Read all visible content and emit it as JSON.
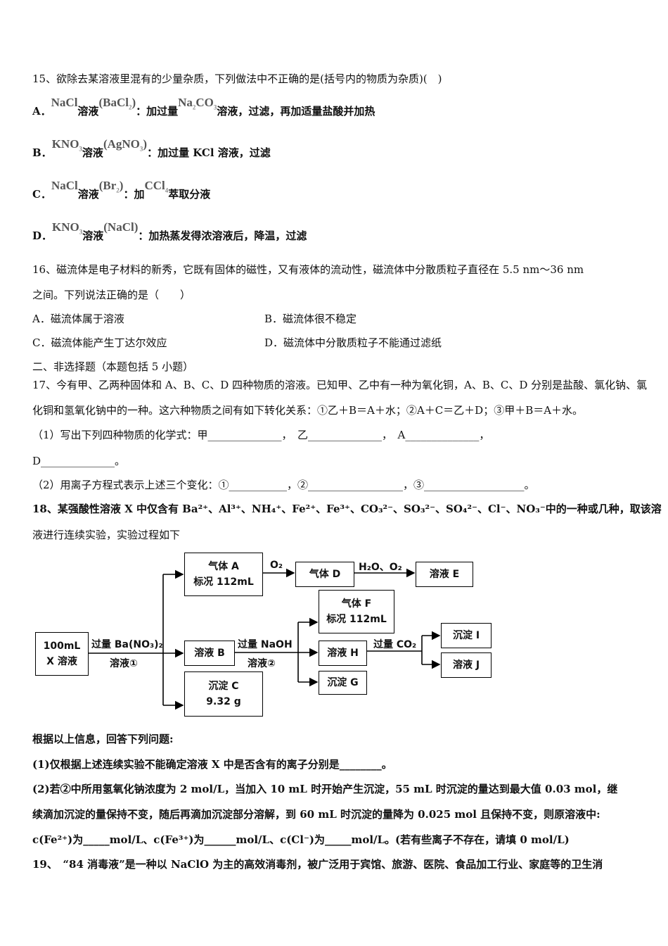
{
  "q15": {
    "stem": "15、欲除去某溶液里混有的少量杂质，下列做法中不正确的是(括号内的物质为杂质)(　)",
    "A": {
      "letter": "A．",
      "f1": "NaCl",
      "t1": "溶液",
      "f2": "(BaCl",
      "f2s": "2",
      "f2e": ")",
      "t2": "：加过量",
      "f3": "Na",
      "f3s": "2",
      "f3e": "CO",
      "f3s2": "3",
      "t3": "溶液，过滤，再加适量盐酸并加热"
    },
    "B": {
      "letter": "B．",
      "f1": "KNO",
      "f1s": "3",
      "t1": "溶液",
      "f2": "(AgNO",
      "f2s": "3",
      "f2e": ")",
      "t2": "：加过量 KCl 溶液，过滤"
    },
    "C": {
      "letter": "C．",
      "f1": "NaCl",
      "t1": "溶液",
      "f2": "(Br",
      "f2s": "2",
      "f2e": ")",
      "t2": "：加",
      "f3": "CCl",
      "f3s": "4",
      "t3": "萃取分液"
    },
    "D": {
      "letter": "D．",
      "f1": "KNO",
      "f1s": "3",
      "t1": "溶液",
      "f2": "(NaCl)",
      "t2": "：加热蒸发得浓溶液后，降温，过滤"
    }
  },
  "q16": {
    "line1": "16、磁流体是电子材料的新秀，它既有固体的磁性，又有液体的流动性，磁流体中分散质粒子直径在 5.5 nm～36 nm",
    "line2": "之间。下列说法正确的是（　　）",
    "A": "A．磁流体属于溶液",
    "B": "B．磁流体很不稳定",
    "C": "C．磁流体能产生丁达尔效应",
    "D": "D．磁流体中分散质粒子不能通过滤纸"
  },
  "section2": "二、非选择题（本题包括 5 小题）",
  "q17": {
    "line1": "17、今有甲、乙两种固体和 A、B、C、D 四种物质的溶液。已知甲、乙中有一种为氧化铜，A、B、C、D 分别是盐酸、氯化钠、氯",
    "line2": "化铜和氢氧化钠中的一种。这六种物质之间有如下转化关系：①乙＋B＝A＋水；②A＋C＝乙＋D；③甲＋B＝A＋水。",
    "part1": "（1）写出下列四种物质的化学式：甲______________，　乙______________，　A______________，",
    "part1b": "D______________。",
    "part2": "（2）用离子方程式表示上述三个变化：①___________，②__________________，③___________________。"
  },
  "q18": {
    "line1": "18、某强酸性溶液 X 中仅含有 Ba²⁺、Al³⁺、NH₄⁺、Fe²⁺、Fe³⁺、CO₃²⁻、SO₃²⁻、SO₄²⁻、Cl⁻、NO₃⁻中的一种或几种，取该溶",
    "line2": "液进行连续实验，实验过程如下",
    "diagram": {
      "x_box": [
        "100mL",
        "X 溶液"
      ],
      "reagent1_top": "过量 Ba(NO₃)₂",
      "reagent1_bottom": "溶液①",
      "gasA": [
        "气体 A",
        "标况 112mL"
      ],
      "o2": "O₂",
      "gasD": "气体 D",
      "h2o_o2": "H₂O、O₂",
      "solE": "溶液 E",
      "solB": "溶液 B",
      "reagent2_top": "过量 NaOH",
      "reagent2_bottom": "溶液②",
      "precC": [
        "沉淀 C",
        "9.32 g"
      ],
      "gasF": [
        "气体 F",
        "标况 112mL"
      ],
      "solH": "溶液 H",
      "precG": "沉淀 G",
      "co2": "过量 CO₂",
      "precI": "沉淀 I",
      "solJ": "溶液 J"
    },
    "intro": "根据以上信息，回答下列问题:",
    "p1": "(1)仅根据上述连续实验不能确定溶液 X 中是否含有的离子分别是________。",
    "p2a": "(2)若②中所用氢氧化钠浓度为 2 mol/L，当加入 10 mL 时开始产生沉淀，55 mL 时沉淀的量达到最大值 0.03 mol，继",
    "p2b": "续滴加沉淀的量保持不变，随后再滴加沉淀部分溶解，到 60 mL 时沉淀的量降为 0.025 mol 且保持不变，则原溶液中:",
    "p2c": "c(Fe²⁺)为_____mol/L、c(Fe³⁺)为______mol/L、c(Cl⁻)为_____mol/L。(若有些离子不存在，请填 0 mol/L)"
  },
  "q19": {
    "line1": "19、　“84 消毒液”是一种以 NaClO 为主的高效消毒剂，被广泛用于宾馆、旅游、医院、食品加工行业、家庭等的卫生消"
  }
}
